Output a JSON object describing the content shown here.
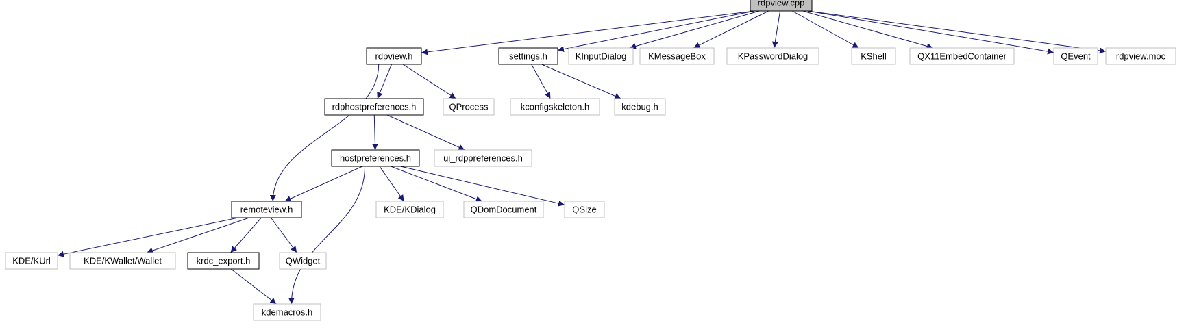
{
  "colors": {
    "edge": "#191970",
    "root_fill": "#bfbfbf",
    "documented_border": "#000000",
    "external_border": "#bfbfbf"
  },
  "nodes": [
    {
      "id": "rdpview_cpp",
      "label": "rdpview.cpp",
      "kind": "root"
    },
    {
      "id": "rdpview_h",
      "label": "rdpview.h",
      "kind": "documented"
    },
    {
      "id": "settings_h",
      "label": "settings.h",
      "kind": "documented"
    },
    {
      "id": "kinputdialog",
      "label": "KInputDialog",
      "kind": "external"
    },
    {
      "id": "kmessagebox",
      "label": "KMessageBox",
      "kind": "external"
    },
    {
      "id": "kpassworddialog",
      "label": "KPasswordDialog",
      "kind": "external"
    },
    {
      "id": "kshell",
      "label": "KShell",
      "kind": "external"
    },
    {
      "id": "qx11embedcontainer",
      "label": "QX11EmbedContainer",
      "kind": "external"
    },
    {
      "id": "qevent",
      "label": "QEvent",
      "kind": "external"
    },
    {
      "id": "rdpview_moc",
      "label": "rdpview.moc",
      "kind": "external"
    },
    {
      "id": "rdphostpreferences_h",
      "label": "rdphostpreferences.h",
      "kind": "documented"
    },
    {
      "id": "qprocess",
      "label": "QProcess",
      "kind": "external"
    },
    {
      "id": "kconfigskeleton_h",
      "label": "kconfigskeleton.h",
      "kind": "external"
    },
    {
      "id": "kdebug_h",
      "label": "kdebug.h",
      "kind": "external"
    },
    {
      "id": "hostpreferences_h",
      "label": "hostpreferences.h",
      "kind": "documented"
    },
    {
      "id": "ui_rdppreferences_h",
      "label": "ui_rdppreferences.h",
      "kind": "external"
    },
    {
      "id": "remoteview_h",
      "label": "remoteview.h",
      "kind": "documented"
    },
    {
      "id": "kde_kdialog",
      "label": "KDE/KDialog",
      "kind": "external"
    },
    {
      "id": "qdomdocument",
      "label": "QDomDocument",
      "kind": "external"
    },
    {
      "id": "qsize",
      "label": "QSize",
      "kind": "external"
    },
    {
      "id": "kde_kurl",
      "label": "KDE/KUrl",
      "kind": "external"
    },
    {
      "id": "kde_kwallet_wallet",
      "label": "KDE/KWallet/Wallet",
      "kind": "external"
    },
    {
      "id": "krdc_export_h",
      "label": "krdc_export.h",
      "kind": "documented"
    },
    {
      "id": "qwidget",
      "label": "QWidget",
      "kind": "external"
    },
    {
      "id": "kdemacros_h",
      "label": "kdemacros.h",
      "kind": "external"
    }
  ],
  "edges": [
    {
      "from": "rdpview_cpp",
      "to": "rdpview_h"
    },
    {
      "from": "rdpview_cpp",
      "to": "settings_h"
    },
    {
      "from": "rdpview_cpp",
      "to": "kinputdialog"
    },
    {
      "from": "rdpview_cpp",
      "to": "kmessagebox"
    },
    {
      "from": "rdpview_cpp",
      "to": "kpassworddialog"
    },
    {
      "from": "rdpview_cpp",
      "to": "kshell"
    },
    {
      "from": "rdpview_cpp",
      "to": "qx11embedcontainer"
    },
    {
      "from": "rdpview_cpp",
      "to": "qevent"
    },
    {
      "from": "rdpview_cpp",
      "to": "rdpview_moc"
    },
    {
      "from": "rdpview_h",
      "to": "rdphostpreferences_h"
    },
    {
      "from": "rdpview_h",
      "to": "qprocess"
    },
    {
      "from": "rdpview_h",
      "to": "remoteview_h"
    },
    {
      "from": "settings_h",
      "to": "kconfigskeleton_h"
    },
    {
      "from": "settings_h",
      "to": "kdebug_h"
    },
    {
      "from": "rdphostpreferences_h",
      "to": "hostpreferences_h"
    },
    {
      "from": "rdphostpreferences_h",
      "to": "ui_rdppreferences_h"
    },
    {
      "from": "hostpreferences_h",
      "to": "remoteview_h"
    },
    {
      "from": "hostpreferences_h",
      "to": "kde_kdialog"
    },
    {
      "from": "hostpreferences_h",
      "to": "qdomdocument"
    },
    {
      "from": "hostpreferences_h",
      "to": "qsize"
    },
    {
      "from": "hostpreferences_h",
      "to": "kdemacros_h"
    },
    {
      "from": "remoteview_h",
      "to": "kde_kurl"
    },
    {
      "from": "remoteview_h",
      "to": "kde_kwallet_wallet"
    },
    {
      "from": "remoteview_h",
      "to": "krdc_export_h"
    },
    {
      "from": "remoteview_h",
      "to": "qwidget"
    },
    {
      "from": "krdc_export_h",
      "to": "kdemacros_h"
    }
  ]
}
